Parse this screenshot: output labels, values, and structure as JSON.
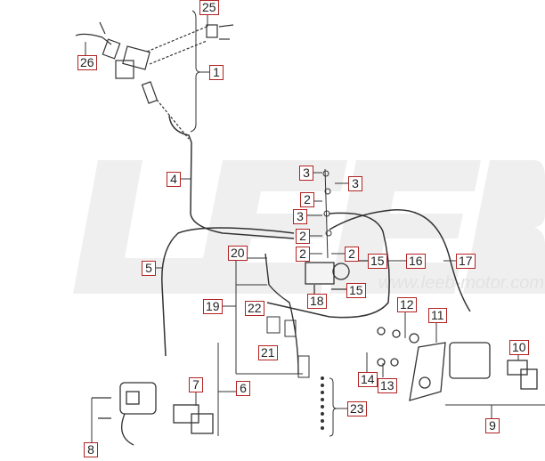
{
  "watermark": {
    "logo": "LEEB",
    "url": "www.leeb-motor.com"
  },
  "callouts": [
    {
      "id": "25",
      "text": "25"
    },
    {
      "id": "26",
      "text": "26"
    },
    {
      "id": "1",
      "text": "1"
    },
    {
      "id": "4",
      "text": "4"
    },
    {
      "id": "3a",
      "text": "3"
    },
    {
      "id": "3b",
      "text": "3"
    },
    {
      "id": "2a",
      "text": "2"
    },
    {
      "id": "3c",
      "text": "3"
    },
    {
      "id": "2b",
      "text": "2"
    },
    {
      "id": "2c",
      "text": "2"
    },
    {
      "id": "2d",
      "text": "2"
    },
    {
      "id": "15a",
      "text": "15"
    },
    {
      "id": "16",
      "text": "16"
    },
    {
      "id": "17",
      "text": "17"
    },
    {
      "id": "15b",
      "text": "15"
    },
    {
      "id": "18",
      "text": "18"
    },
    {
      "id": "20",
      "text": "20"
    },
    {
      "id": "5",
      "text": "5"
    },
    {
      "id": "19",
      "text": "19"
    },
    {
      "id": "22",
      "text": "22"
    },
    {
      "id": "21",
      "text": "21"
    },
    {
      "id": "12",
      "text": "12"
    },
    {
      "id": "11",
      "text": "11"
    },
    {
      "id": "10",
      "text": "10"
    },
    {
      "id": "14",
      "text": "14"
    },
    {
      "id": "13",
      "text": "13"
    },
    {
      "id": "7",
      "text": "7"
    },
    {
      "id": "6",
      "text": "6"
    },
    {
      "id": "23",
      "text": "23"
    },
    {
      "id": "9",
      "text": "9"
    },
    {
      "id": "8",
      "text": "8"
    }
  ]
}
